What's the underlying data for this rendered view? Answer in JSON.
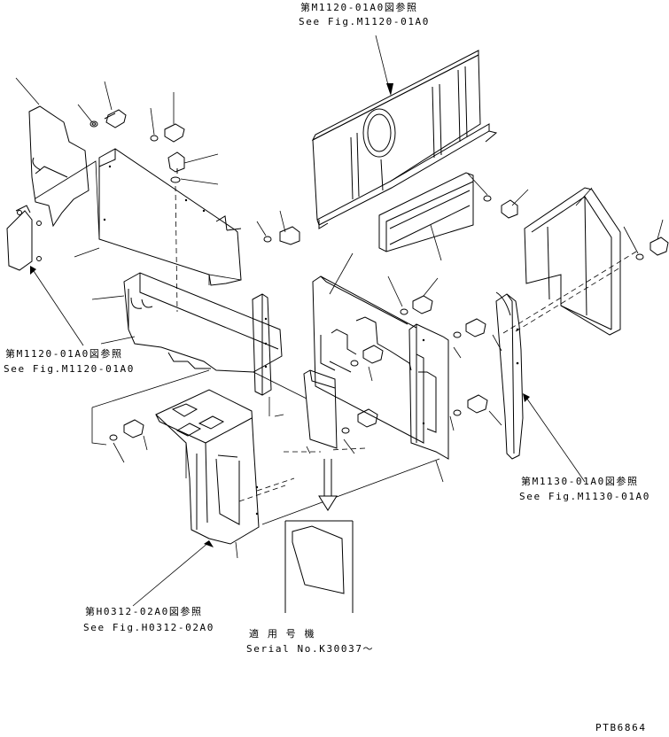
{
  "refs": {
    "m1120_top_jp": "第M1120-01A0図参照",
    "m1120_top_en": "See Fig.M1120-01A0",
    "m1120_left_jp": "第M1120-01A0図参照",
    "m1120_left_en": "See Fig.M1120-01A0",
    "m1130_jp": "第M1130-01A0図参照",
    "m1130_en": "See Fig.M1130-01A0",
    "h0312_jp": "第H0312-02A0図参照",
    "h0312_en": "See Fig.H0312-02A0"
  },
  "serial": {
    "jp": "適 用 号 機",
    "en": "Serial No.K30037～"
  },
  "drawing_code": "PTB6864"
}
